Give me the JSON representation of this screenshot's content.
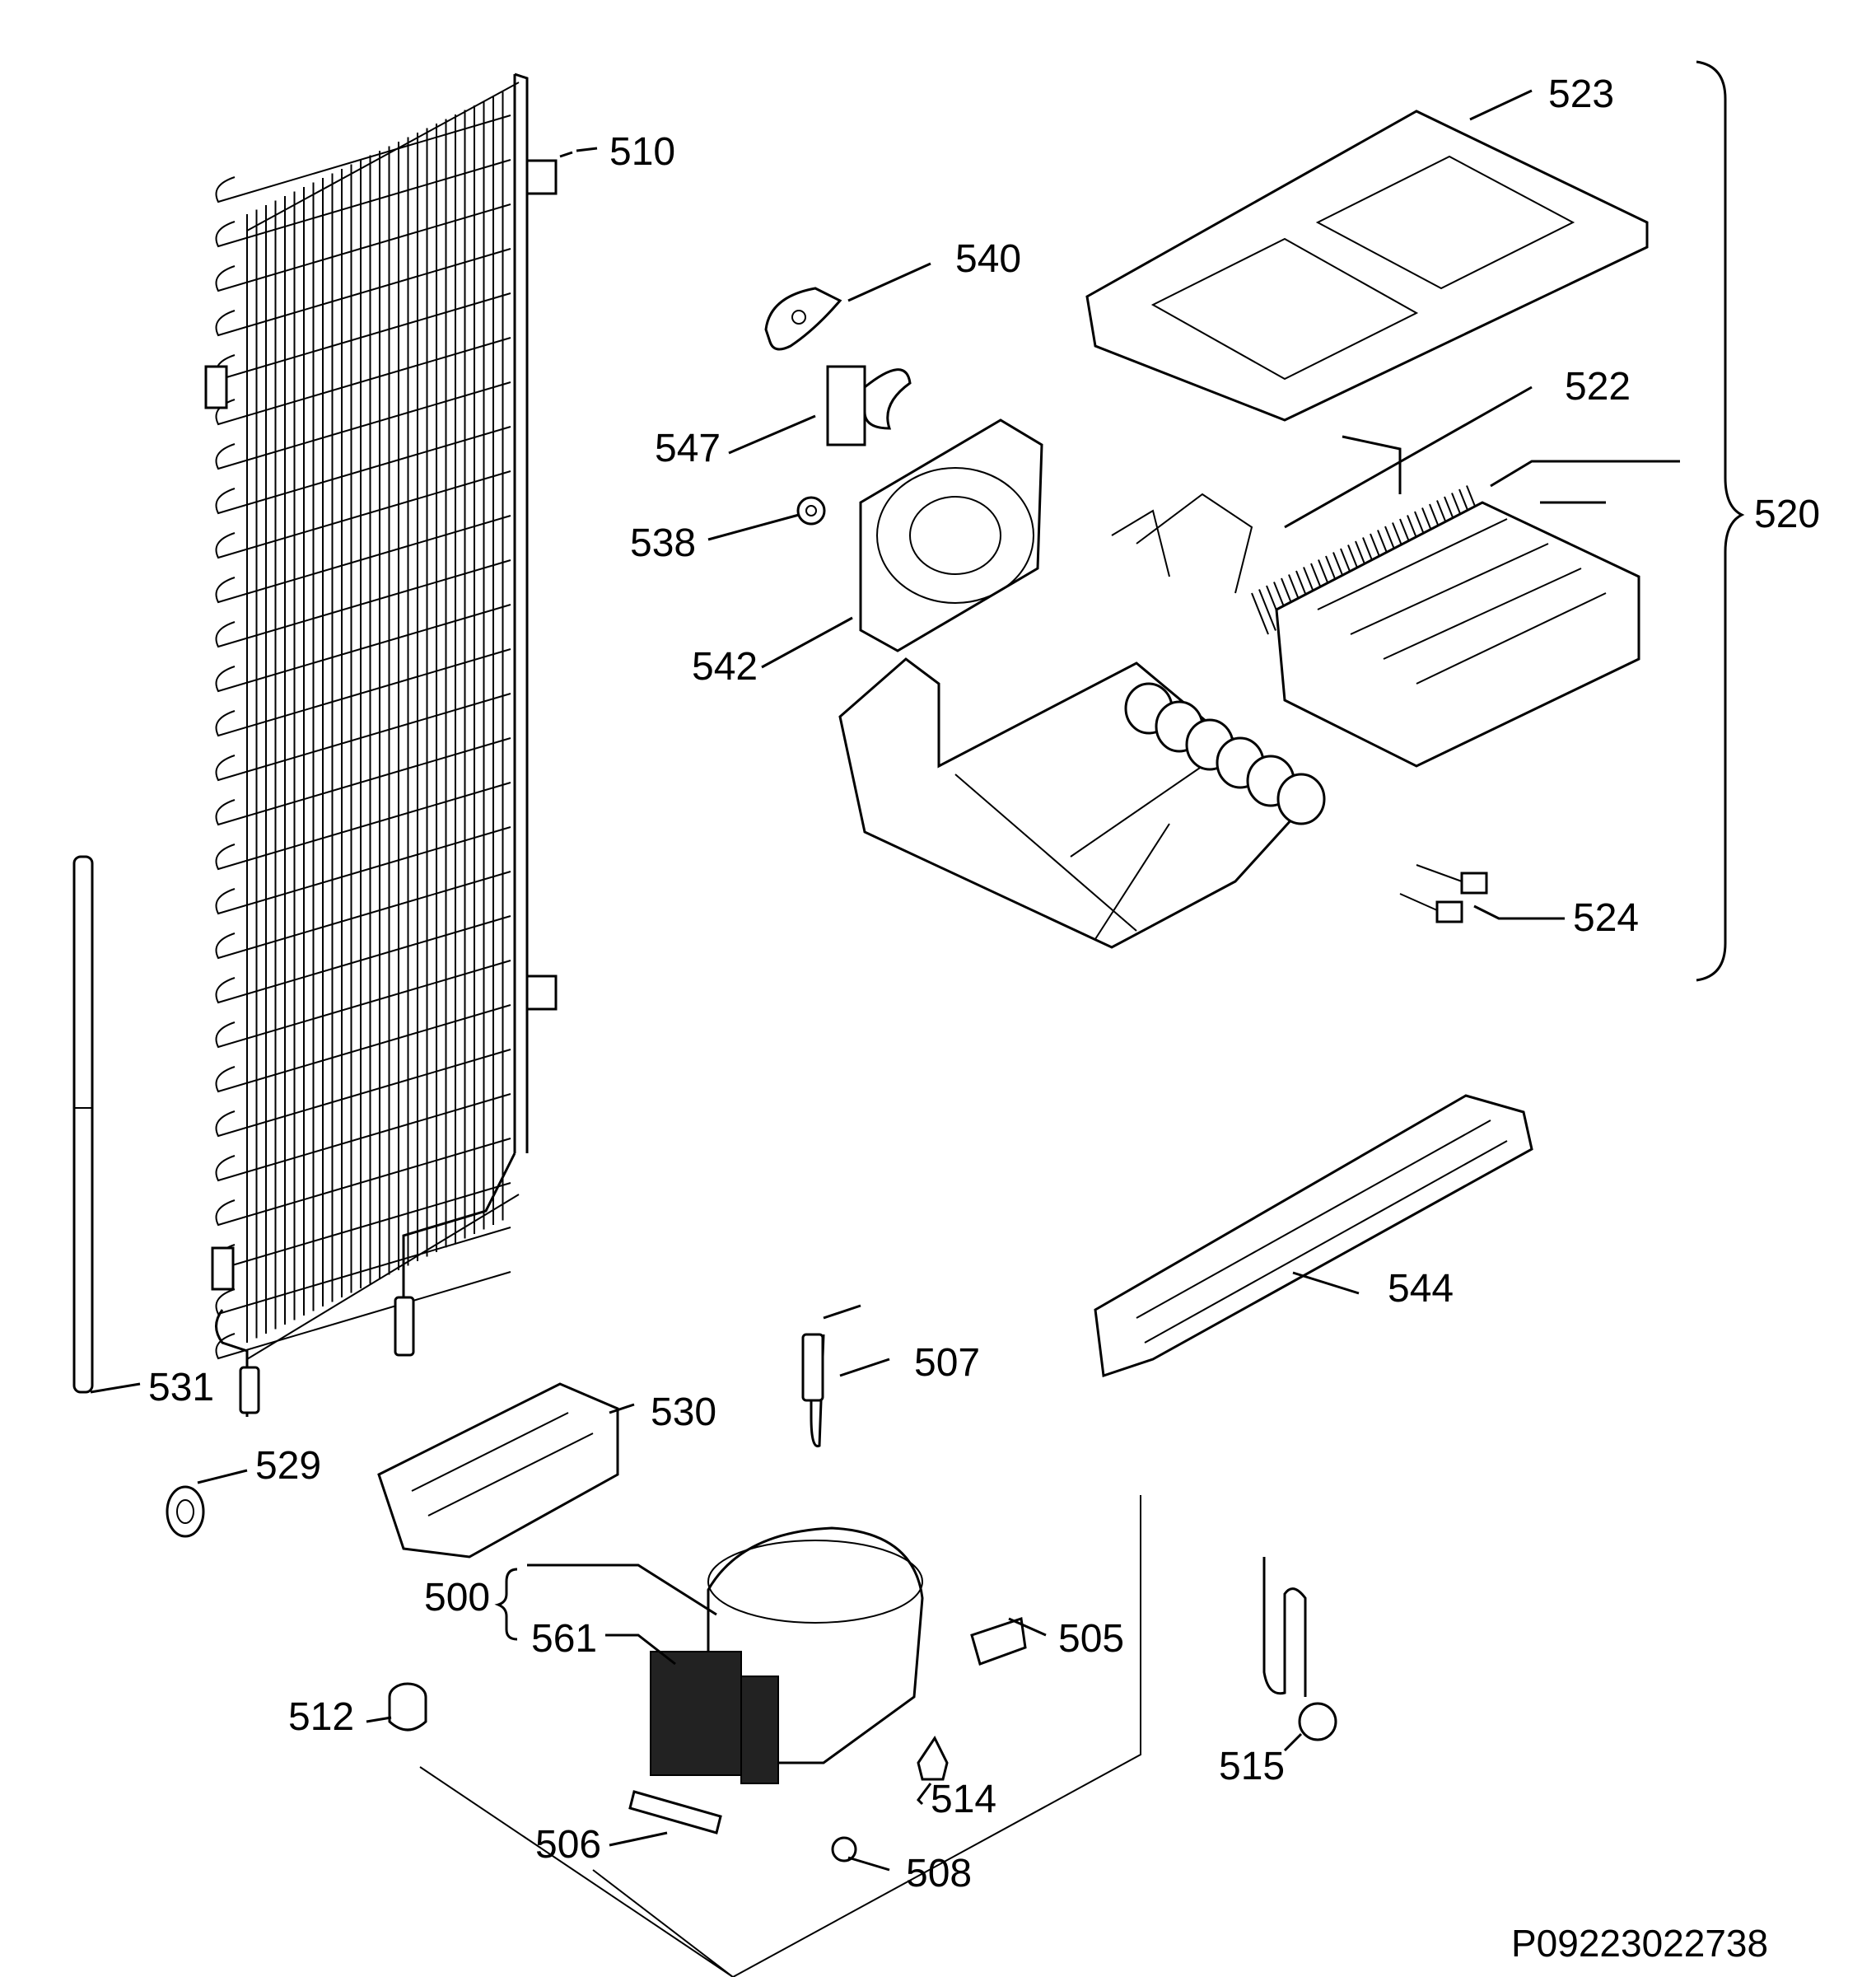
{
  "diagram": {
    "drawing_number": "P09223022738",
    "callouts": [
      {
        "id": "510",
        "text": "510"
      },
      {
        "id": "523",
        "text": "523"
      },
      {
        "id": "540",
        "text": "540"
      },
      {
        "id": "547",
        "text": "547"
      },
      {
        "id": "538",
        "text": "538"
      },
      {
        "id": "542",
        "text": "542"
      },
      {
        "id": "522",
        "text": "522"
      },
      {
        "id": "520",
        "text": "520"
      },
      {
        "id": "524",
        "text": "524"
      },
      {
        "id": "544",
        "text": "544"
      },
      {
        "id": "531",
        "text": "531"
      },
      {
        "id": "507",
        "text": "507"
      },
      {
        "id": "530",
        "text": "530"
      },
      {
        "id": "529",
        "text": "529"
      },
      {
        "id": "500",
        "text": "500"
      },
      {
        "id": "561",
        "text": "561"
      },
      {
        "id": "505",
        "text": "505"
      },
      {
        "id": "512",
        "text": "512"
      },
      {
        "id": "514",
        "text": "514"
      },
      {
        "id": "515",
        "text": "515"
      },
      {
        "id": "506",
        "text": "506"
      },
      {
        "id": "508",
        "text": "508"
      }
    ]
  }
}
